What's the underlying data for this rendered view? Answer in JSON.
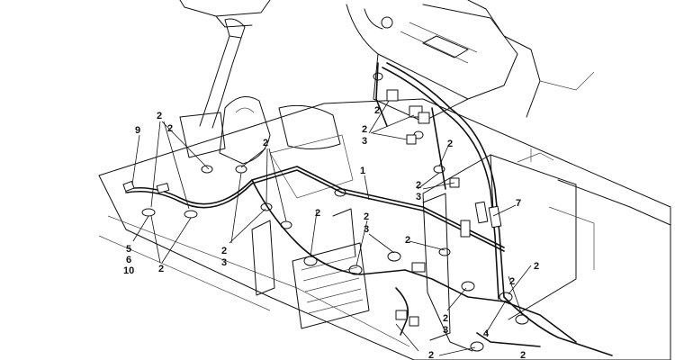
{
  "diagram": {
    "callouts": [
      {
        "id": "c9",
        "text": "9"
      },
      {
        "id": "c2a",
        "text": "2"
      },
      {
        "id": "c2b",
        "text": "2"
      },
      {
        "id": "c5",
        "text": "5"
      },
      {
        "id": "c6",
        "text": "6"
      },
      {
        "id": "c10",
        "text": "10"
      },
      {
        "id": "c2c",
        "text": "2"
      },
      {
        "id": "c2d",
        "text": "2"
      },
      {
        "id": "c2e",
        "text": "2"
      },
      {
        "id": "c3a",
        "text": "3"
      },
      {
        "id": "c1",
        "text": "1"
      },
      {
        "id": "c2f",
        "text": "2"
      },
      {
        "id": "c2g",
        "text": "2"
      },
      {
        "id": "c3b",
        "text": "3"
      },
      {
        "id": "c2h",
        "text": "2"
      },
      {
        "id": "c3c",
        "text": "3"
      },
      {
        "id": "c2i",
        "text": "2"
      },
      {
        "id": "c2j",
        "text": "2"
      },
      {
        "id": "c3d",
        "text": "3"
      },
      {
        "id": "c2k",
        "text": "2"
      },
      {
        "id": "c3e",
        "text": "3"
      },
      {
        "id": "c2l",
        "text": "2"
      },
      {
        "id": "c7",
        "text": "7"
      },
      {
        "id": "c2m",
        "text": "2"
      },
      {
        "id": "c2n",
        "text": "2"
      },
      {
        "id": "c4",
        "text": "4"
      },
      {
        "id": "c2o",
        "text": "2"
      },
      {
        "id": "c2p",
        "text": "2"
      },
      {
        "id": "c2q",
        "text": "2"
      }
    ]
  }
}
